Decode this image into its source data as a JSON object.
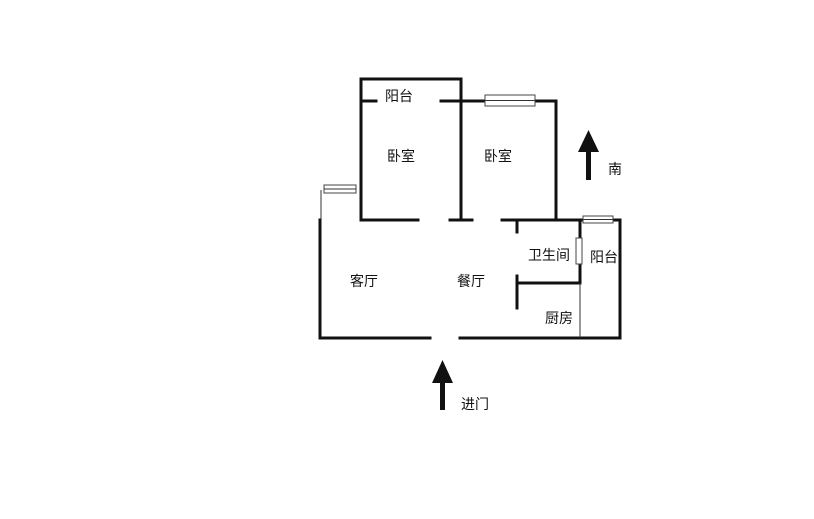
{
  "floorplan": {
    "rooms": {
      "balcony_north": "阳台",
      "bedroom_west": "卧室",
      "bedroom_east": "卧室",
      "living_room": "客厅",
      "dining_room": "餐厅",
      "bathroom": "卫生间",
      "balcony_east": "阳台",
      "kitchen": "厨房"
    },
    "compass_label": "南",
    "entrance_label": "进门"
  },
  "colors": {
    "wall": "#111111",
    "background": "#ffffff"
  }
}
